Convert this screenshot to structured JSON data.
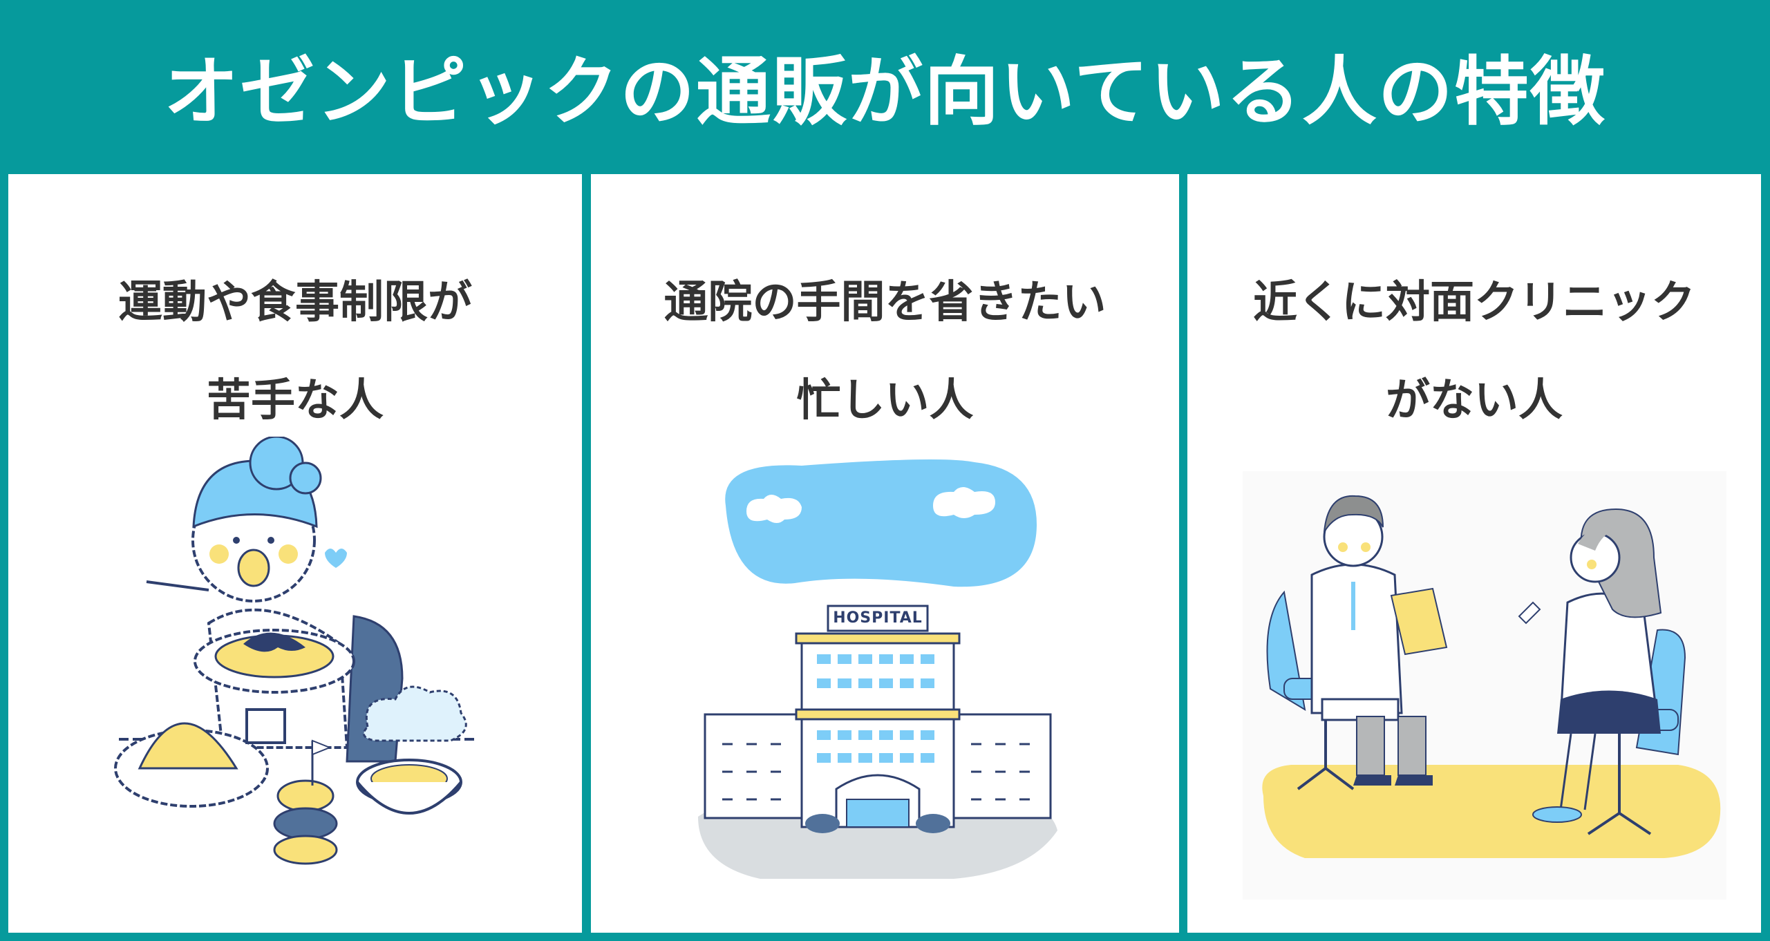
{
  "header": {
    "title": "オゼンピックの通販が向いている人の特徴"
  },
  "panels": [
    {
      "line1": "運動や食事制限が",
      "line2": "苦手な人",
      "illustration": "woman-eating-icon"
    },
    {
      "line1": "通院の手間を省きたい",
      "line2": "忙しい人",
      "illustration": "hospital-icon",
      "sign": "HOSPITAL"
    },
    {
      "line1": "近くに対面クリニック",
      "line2": "がない人",
      "illustration": "doctor-consultation-icon"
    }
  ],
  "colors": {
    "teal": "#069a9c",
    "sky": "#7dcdf7",
    "yellow": "#f9e17a",
    "navy": "#2e3f6e",
    "text": "#333333"
  }
}
